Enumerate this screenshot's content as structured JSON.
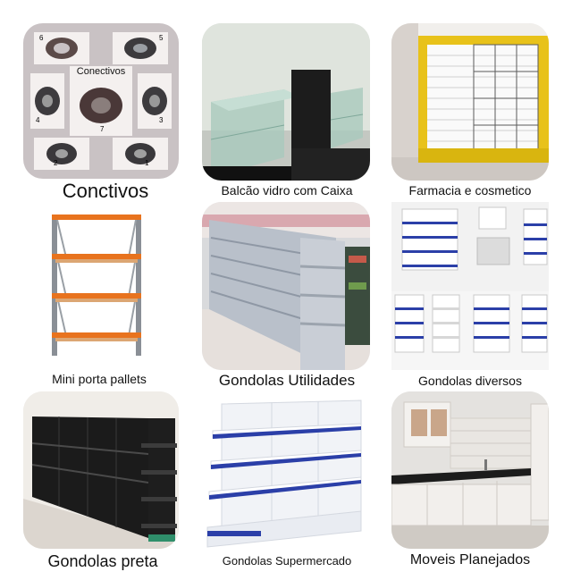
{
  "tiles": [
    {
      "caption": "Conctivos",
      "inner_labels": {
        "title": "Conectivos",
        "n1": "1",
        "n2": "2",
        "n3": "3",
        "n4": "4",
        "n5": "5",
        "n6": "6",
        "n7": "7"
      }
    },
    {
      "caption": "Balcão vidro com Caixa"
    },
    {
      "caption": "Farmacia e cosmetico"
    },
    {
      "caption": "Mini porta pallets"
    },
    {
      "caption": "Gondolas Utilidades"
    },
    {
      "caption": "Gondolas diversos"
    },
    {
      "caption": "Gondolas preta"
    },
    {
      "caption": "Gondolas Supermercado"
    },
    {
      "caption": "Moveis Planejados"
    }
  ],
  "colors": {
    "caption_text": "#111111",
    "connector_bg": "#c9c2c4",
    "pallet_orange": "#e8731e",
    "pallet_frame": "#8a8f96",
    "gondola_blue": "#2b3fa8",
    "cosmetic_yellow": "#e8c21a",
    "glass_green": "#a9c9bd"
  }
}
